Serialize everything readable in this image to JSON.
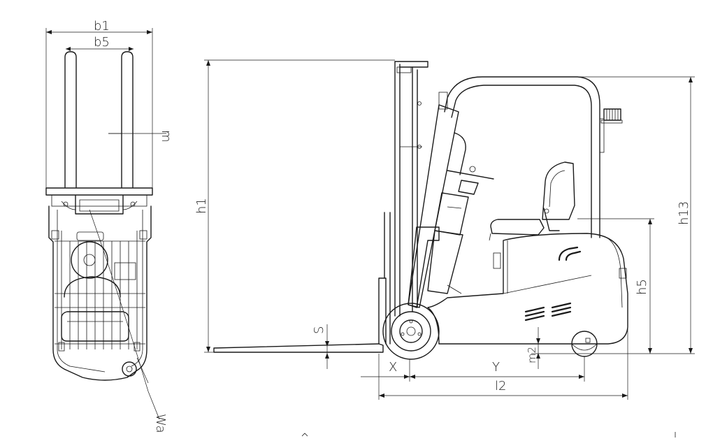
{
  "labels": {
    "b1": "b1",
    "b5": "b5",
    "m": "m",
    "wa": "Wa",
    "h1": "h1",
    "h13": "h13",
    "h5": "h5",
    "s": "S",
    "x": "X",
    "y": "Y",
    "m2": "m2",
    "l2": "l2"
  }
}
